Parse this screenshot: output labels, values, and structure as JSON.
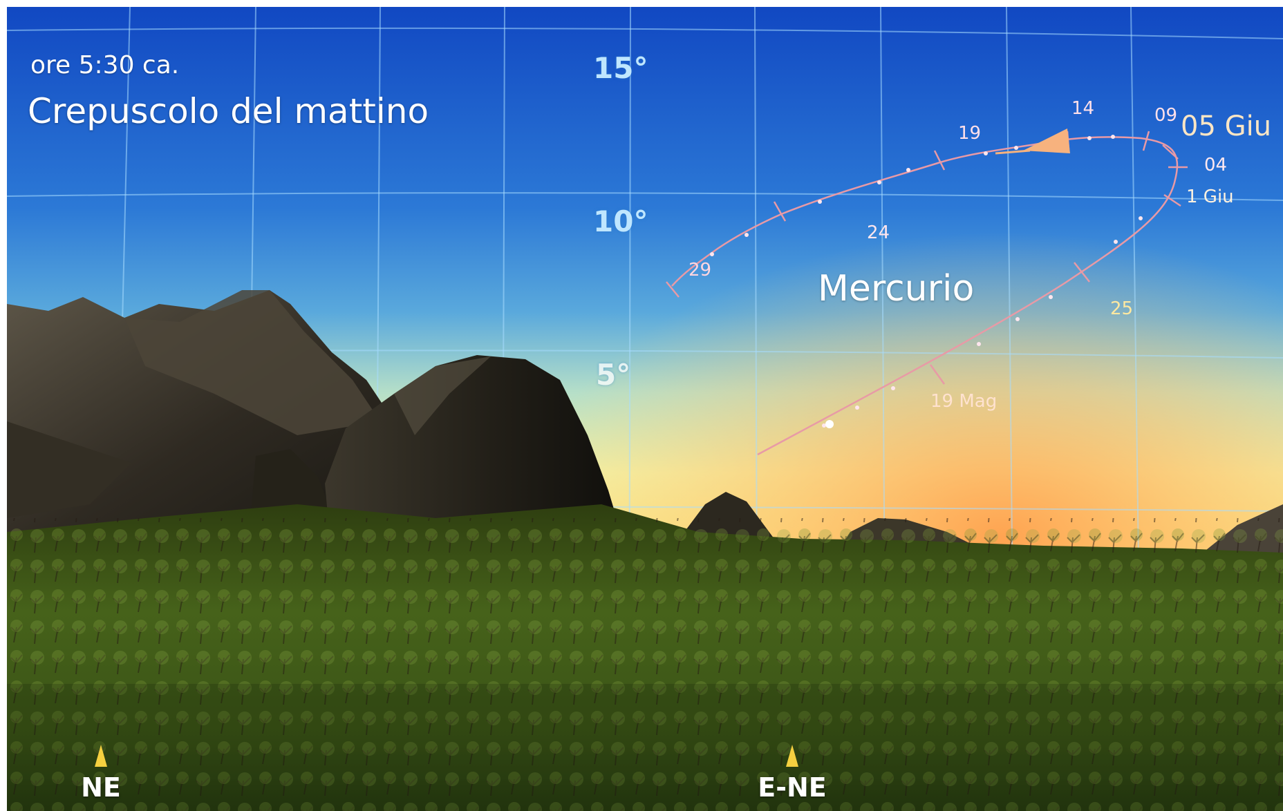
{
  "header": {
    "time": "ore 5:30 ca.",
    "title": "Crepuscolo del mattino"
  },
  "altitude_labels": [
    "15°",
    "10°",
    "5°"
  ],
  "planet": {
    "name": "Mercurio",
    "color": "#e89aa6"
  },
  "track_dates": {
    "d19mag": "19 Mag",
    "d25": "25",
    "d1giu": "1 Giu",
    "d04": "04",
    "d05giu": "05 Giu",
    "d09": "09",
    "d14": "14",
    "d19": "19",
    "d24": "24",
    "d29": "29"
  },
  "compass": {
    "ne": "NE",
    "ene": "E-NE",
    "marker_color": "#f5d040"
  },
  "colors": {
    "sky_top": "#1452c6",
    "sky_mid": "#3a8edc",
    "sky_horizon": "#f3f2a0",
    "sky_glow": "#ffb15e",
    "grid": "#9fd4ff",
    "track": "#e89aa6",
    "direction_arrow": "#f7b27e"
  }
}
